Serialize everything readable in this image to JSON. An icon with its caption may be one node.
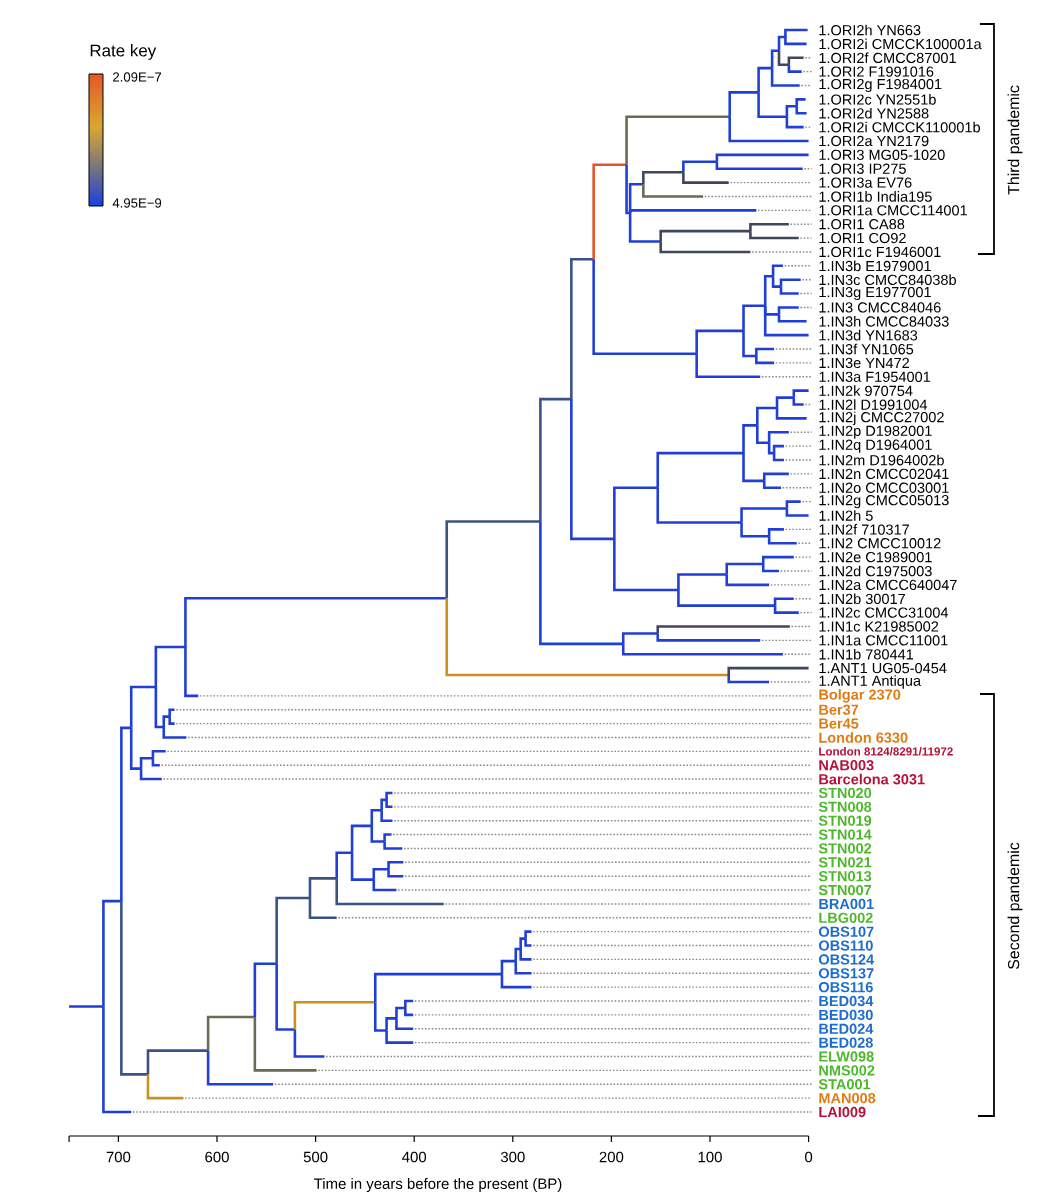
{
  "diagram": {
    "labels": [
      "Rate key",
      "2.09E−7",
      "4.95E−9",
      "1.ORI2h YN663",
      "1.ORI2i CMCCK100001a",
      "1.ORI2f CMCC87001",
      "1.ORI2 F1991016",
      "1.ORI2g F1984001",
      "1.ORI2c YN2551b",
      "1.ORI2d YN2588",
      "1.ORI2i CMCCK110001b",
      "1.ORI2a YN2179",
      "1.ORI3 MG05-1020",
      "1.ORI3 IP275",
      "1.ORI3a EV76",
      "1.ORI1b India195",
      "1.ORI1a CMCC114001",
      "1.ORI1 CA88",
      "1.ORI1 CO92",
      "1.ORI1c F1946001",
      "1.IN3b E1979001",
      "1.IN3c CMCC84038b",
      "1.IN3g E1977001",
      "1.IN3 CMCC84046",
      "1.IN3h CMCC84033",
      "1.IN3d YN1683",
      "1.IN3f YN1065",
      "1.IN3e YN472",
      "1.IN3a F1954001",
      "1.IN2k 970754",
      "1.IN2l D1991004",
      "1.IN2j CMCC27002",
      "1.IN2p D1982001",
      "1.IN2q D1964001",
      "1.IN2m D1964002b",
      "1.IN2n CMCC02041",
      "1.IN2o CMCC03001",
      "1.IN2g CMCC05013",
      "1.IN2h 5",
      "1.IN2f 710317",
      "1.IN2 CMCC10012",
      "1.IN2e C1989001",
      "1.IN2d C1975003",
      "1.IN2a CMCC640047",
      "1.IN2b 30017",
      "1.IN2c CMCC31004",
      "1.IN1c K21985002",
      "1.IN1a CMCC11001",
      "1.IN1b 780441",
      "1.ANT1 UG05-0454",
      "1.ANT1 Antiqua",
      "Bolgar 2370",
      "Ber37",
      "Ber45",
      "London 6330",
      "London 8124/8291/11972",
      "NAB003",
      "Barcelona 3031",
      "STN020",
      "STN008",
      "STN019",
      "STN014",
      "STN002",
      "STN021",
      "STN013",
      "STN007",
      "BRA001",
      "LBG002",
      "OBS107",
      "OBS110",
      "OBS124",
      "OBS137",
      "OBS116",
      "BED034",
      "BED030",
      "BED024",
      "BED028",
      "ELW098",
      "NMS002",
      "STA001",
      "MAN008",
      "LAI009",
      "Third pandemic",
      "Second pandemic",
      "700",
      "600",
      "500",
      "400",
      "300",
      "200",
      "100",
      "0",
      "Time in years before the present (BP)"
    ]
  }
}
